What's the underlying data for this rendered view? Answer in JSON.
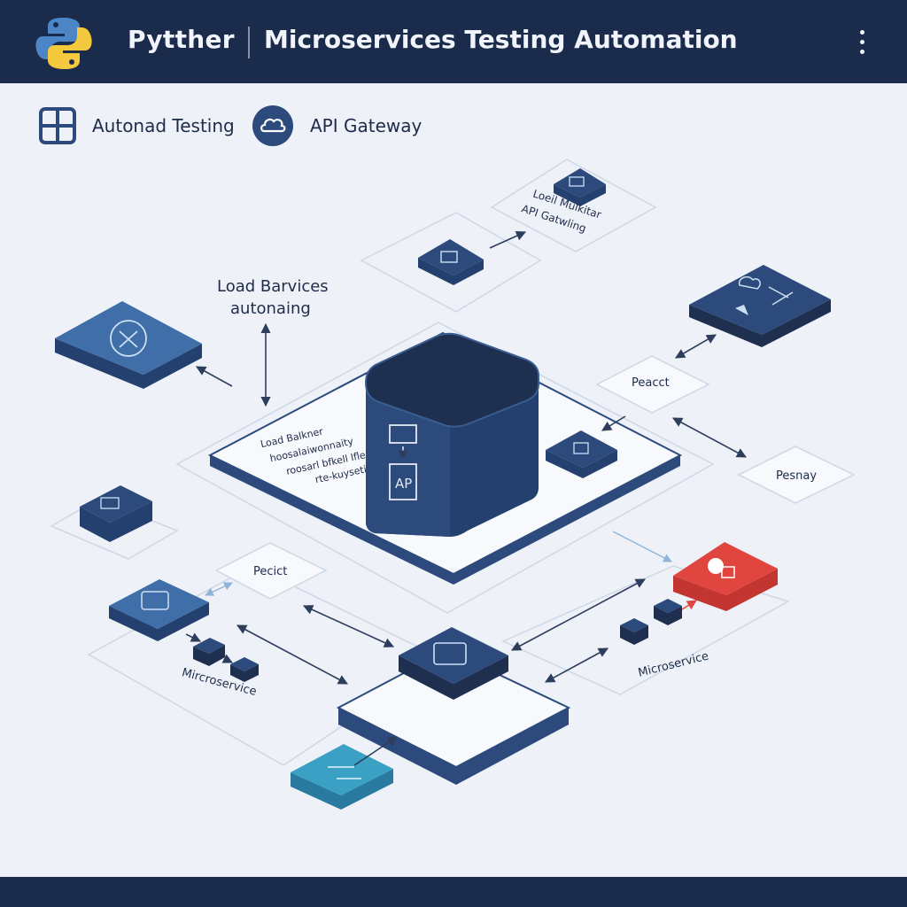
{
  "header": {
    "app_name": "Pytther",
    "title": "Microservices Testing Automation"
  },
  "toolbar": {
    "chips": [
      {
        "label": "Autonad Testing",
        "icon": "grid-icon"
      },
      {
        "label": "API Gateway",
        "icon": "cloud-icon"
      }
    ]
  },
  "diagram": {
    "callout": {
      "line1": "Load Barvices",
      "line2": "autonaing"
    },
    "platform_text": [
      "Load Balkner",
      "hoosalaiwonnaity",
      "roosarl bfkell lfle",
      "rte-kuyseting"
    ],
    "core_label": "AP",
    "load_balancer_note": {
      "line1": "Loeil Mulkitar",
      "line2": "API Gatwling"
    },
    "nodes": {
      "pecact_right": "Peacct",
      "pesnay": "Pesnay",
      "pecact_left": "Pecict",
      "microservice_left": "Mircroservice",
      "microservice_right": "Microservice"
    }
  },
  "colors": {
    "header_bg": "#1b2b4b",
    "tile_dark": "#2d4a7c",
    "tile_mid": "#3f6ea8",
    "tile_light": "#3aa0c4",
    "alert": "#e0453f"
  }
}
